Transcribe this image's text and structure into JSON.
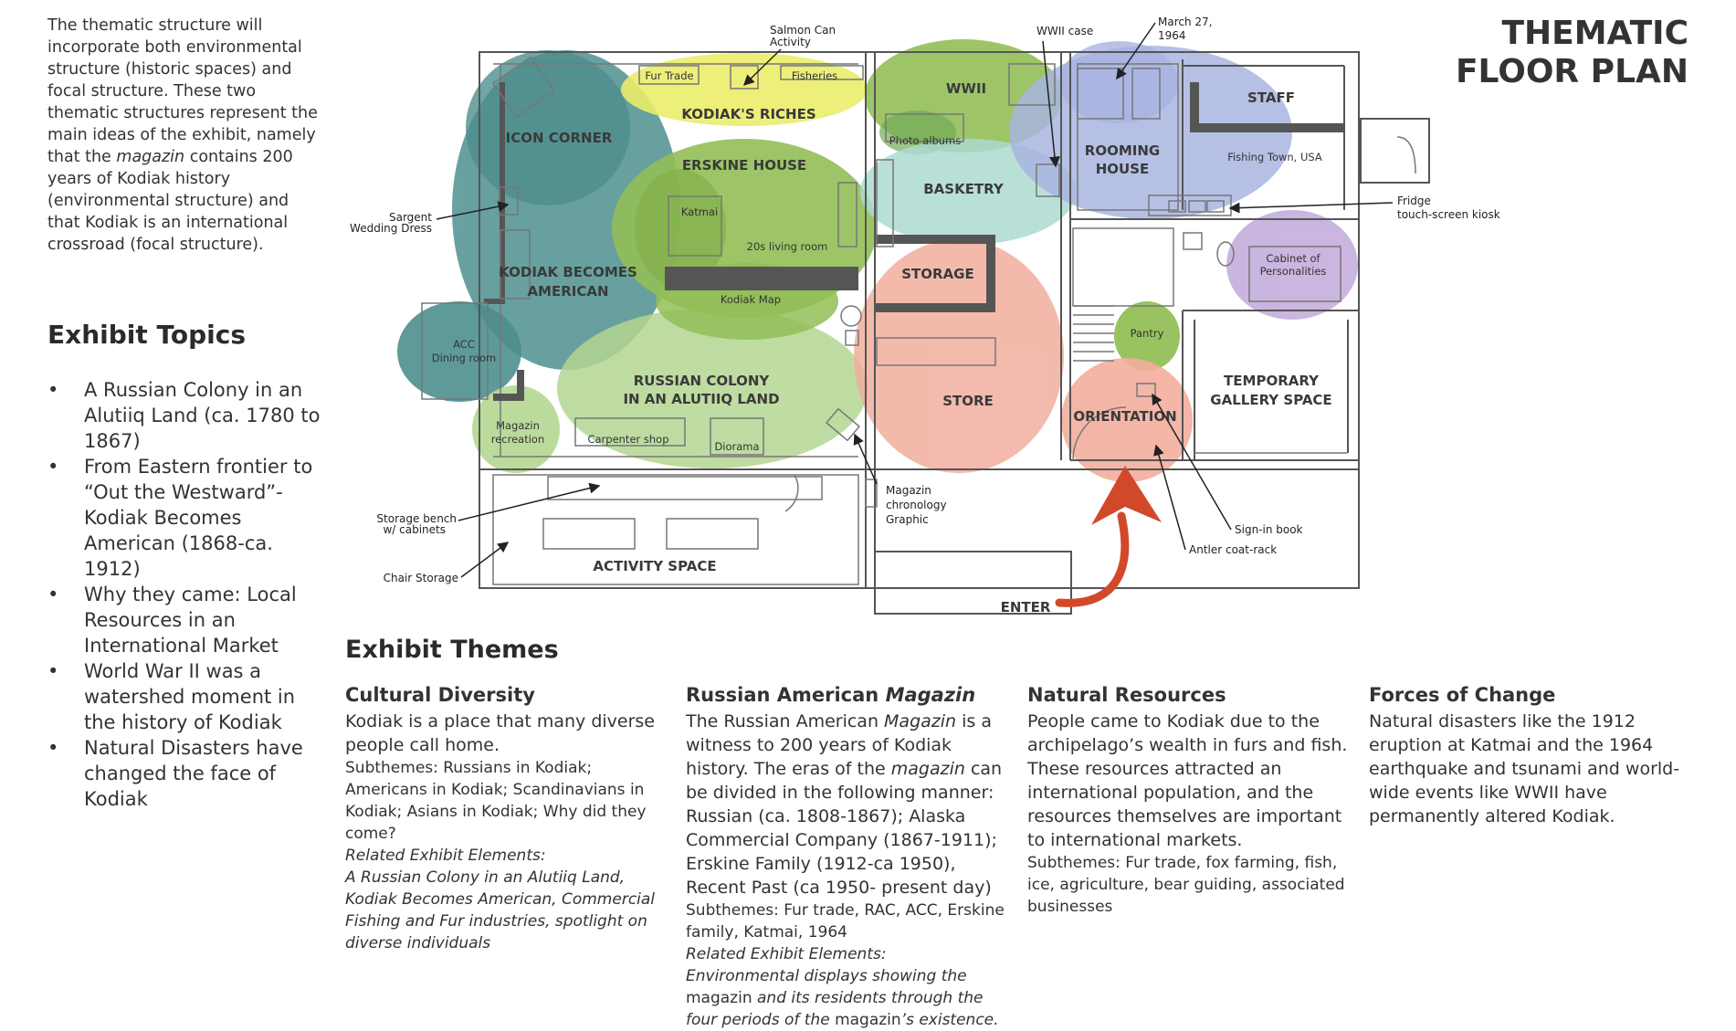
{
  "page": {
    "title_line1": "THEMATIC",
    "title_line2": "FLOOR PLAN",
    "intro_parts": [
      "The thematic structure will incorporate both environmental structure (historic spaces) and focal structure. These two thematic structures represent the main ideas of the exhibit, namely that the ",
      "magazin",
      " contains 200 years of Kodiak history (environmental structure) and that Kodiak is an international crossroad (focal structure)."
    ]
  },
  "topics": {
    "title": "Exhibit Topics",
    "items": [
      "A Russian Colony in an Alutiiq Land (ca. 1780 to 1867)",
      "From Eastern frontier to “Out the Westward”- Kodiak Becomes American (1868-ca. 1912)",
      "Why they came: Local Resources in an International Market",
      "World War II was a watershed moment in the history of Kodiak",
      "Natural Disasters have changed the face of Kodiak"
    ]
  },
  "themes": {
    "title": "Exhibit Themes",
    "cultural": {
      "heading": "Cultural Diversity",
      "body": "Kodiak is a place that many diverse people call home.",
      "subthemes": "Subthemes:  Russians in Kodiak; Americans in Kodiak; Scandinavians in Kodiak; Asians in Kodiak; Why did they come?",
      "related_label": "Related Exhibit Elements:",
      "related": "A Russian Colony in an Alutiiq Land, Kodiak Becomes American, Commercial Fishing and Fur industries, spotlight on diverse individuals"
    },
    "russian": {
      "heading_a": "Russian American ",
      "heading_b": "Magazin",
      "body_parts": [
        "The Russian American ",
        "Magazin",
        " is a witness to 200 years of Kodiak history. The eras of the ",
        "magazin",
        " can be divided in the following manner: Russian (ca. 1808-1867); Alaska Commercial Company (1867-1911); Erskine Family (1912-ca 1950), Recent Past (ca 1950- present day)"
      ],
      "subthemes": "Subthemes: Fur trade, RAC, ACC, Erskine family, Katmai, 1964",
      "related_label": "Related Exhibit Elements:",
      "related_parts": [
        "Environmental displays showing the ",
        "magazin",
        " and its residents through the four periods of the ",
        "magazin",
        "’s existence."
      ]
    },
    "natural": {
      "heading": "Natural Resources",
      "body": "People came to Kodiak due to the archipelago’s wealth in furs and fish. These resources attracted an international population, and the resources themselves are important to international markets.",
      "subthemes": "Subthemes: Fur trade, fox farming, fish, ice, agriculture, bear guiding, associated businesses"
    },
    "forces": {
      "heading": "Forces of Change",
      "body": "Natural disasters like the 1912 eruption at Katmai and the 1964 earthquake and tsunami and world-wide events like WWII have permanently altered Kodiak."
    }
  },
  "plan": {
    "colors": {
      "teal": "#2f7b7b",
      "yellow": "#e7ea50",
      "green": "#7fb43a",
      "light_green": "#a6cf7e",
      "mint": "#9ed3c8",
      "blue": "#9aa8dc",
      "salmon": "#efa08d",
      "lilac": "#b59ad3",
      "arrow": "#d2492a"
    },
    "zones": {
      "icon_corner": "ICON CORNER",
      "kodiak_americans_1": "KODIAK BECOMES",
      "kodiak_americans_2": "AMERICAN",
      "kodiaks_riches": "KODIAK'S RICHES",
      "erskine_house": "ERSKINE HOUSE",
      "wwii": "WWII",
      "basketry": "BASKETRY",
      "storage": "STORAGE",
      "store": "STORE",
      "rooming_house_1": "ROOMING",
      "rooming_house_2": "HOUSE",
      "staff": "STAFF",
      "temp_gallery_1": "TEMPORARY",
      "temp_gallery_2": "GALLERY SPACE",
      "orientation": "ORIENTATION",
      "russian_colony_1": "RUSSIAN COLONY",
      "russian_colony_2": "IN AN ALUTIIQ LAND",
      "activity_space": "ACTIVITY SPACE",
      "enter": "ENTER"
    },
    "small_labels": {
      "fur_trade": "Fur Trade",
      "fisheries": "Fisheries",
      "photo_albums": "Photo albums",
      "katmai": "Katmai",
      "living_room": "20s living room",
      "kodiak_map": "Kodiak Map",
      "fishing_town": "Fishing Town, USA",
      "cabinet_1": "Cabinet of",
      "cabinet_2": "Personalities",
      "pantry": "Pantry",
      "acc_1": "ACC",
      "acc_2": "Dining room",
      "magazin_rec_1": "Magazin",
      "magazin_rec_2": "recreation",
      "carpenter_shop": "Carpenter shop",
      "diorama": "Diorama"
    },
    "annotations": {
      "salmon_can_1": "Salmon Can",
      "salmon_can_2": "Activity",
      "wwii_case": "WWII case",
      "march_1": "March 27,",
      "march_2": "1964",
      "sargent_1": "Sargent",
      "sargent_2": "Wedding Dress",
      "fridge_1": "Fridge",
      "fridge_2": "touch-screen kiosk",
      "storage_bench_1": "Storage bench",
      "storage_bench_2": "w/ cabinets",
      "chair_storage": "Chair Storage",
      "chronology_1": "Magazin",
      "chronology_2": "chronology",
      "chronology_3": "Graphic",
      "sign_in_book": "Sign-in book",
      "antler": "Antler coat-rack"
    }
  }
}
